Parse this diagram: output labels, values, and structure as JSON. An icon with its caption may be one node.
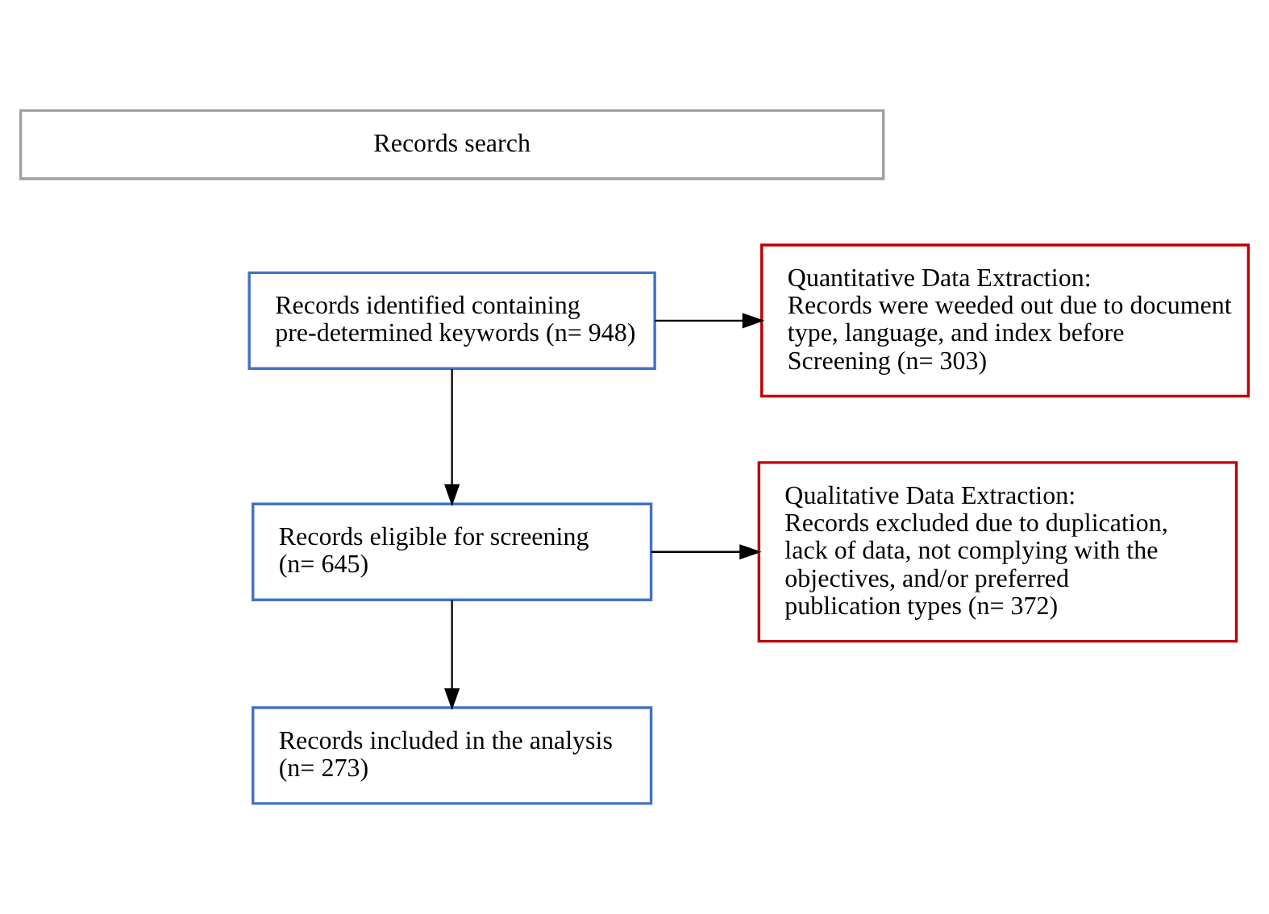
{
  "diagram": {
    "nodes": [
      {
        "text": [
          "Records search"
        ]
      },
      {
        "text": [
          "Records identified containing pre-determined keywords (n= 948)"
        ]
      },
      {
        "text": [
          "Quantitative Data Extraction:",
          "Records were weeded out due to document type, language, and index before Screening (n= 303)"
        ]
      },
      {
        "text": [
          "Records eligible for screening (n= 645)"
        ]
      },
      {
        "text": [
          "Qualitative Data Extraction:",
          "Records excluded due to duplication, lack of data, not complying with the objectives, and/or preferred publication types (n= 372)"
        ]
      },
      {
        "text": [
          "Records included in the analysis (n= 273)"
        ]
      }
    ],
    "edges": [
      {
        "from": 1,
        "to": 2,
        "arrow": "to"
      },
      {
        "from": 1,
        "to": 3,
        "arrow": "to"
      },
      {
        "from": 3,
        "to": 4,
        "arrow": "to"
      },
      {
        "from": 3,
        "to": 5,
        "arrow": "to"
      }
    ]
  }
}
